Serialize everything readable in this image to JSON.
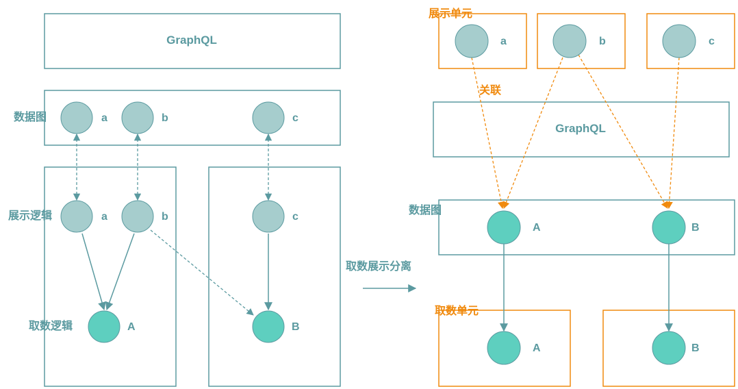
{
  "colors": {
    "teal": "#5b9aa0",
    "node_light": "#a6cdcd",
    "node_dark": "#5ecfbf",
    "orange": "#f08a0e"
  },
  "left": {
    "graphql_label": "GraphQL",
    "data_graph_label": "数据图",
    "display_logic_label": "展示逻辑",
    "fetch_logic_label": "取数逻辑",
    "data_nodes": [
      "a",
      "b",
      "c"
    ],
    "display_nodes": [
      "a",
      "b",
      "c"
    ],
    "fetch_nodes": [
      "A",
      "B"
    ]
  },
  "transition": {
    "label": "取数展示分离"
  },
  "right": {
    "display_unit_label": "展示单元",
    "association_label": "关联",
    "graphql_label": "GraphQL",
    "data_graph_label": "数据图",
    "fetch_unit_label": "取数单元",
    "display_nodes": [
      "a",
      "b",
      "c"
    ],
    "data_nodes": [
      "A",
      "B"
    ],
    "fetch_nodes": [
      "A",
      "B"
    ]
  }
}
